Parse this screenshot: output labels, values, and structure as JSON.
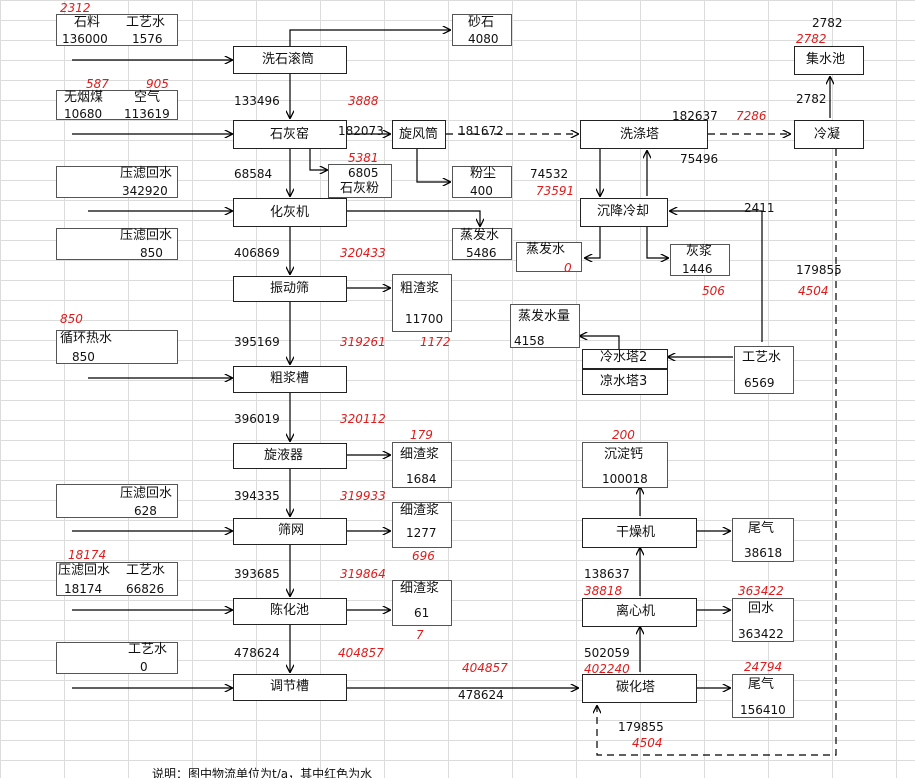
{
  "source": {
    "raw_red": "2312",
    "raw_label": "石料",
    "raw_value": "136000",
    "water_label": "工艺水",
    "water_value": "1576",
    "coal_red": "587",
    "air_red": "905",
    "coal_label": "无烟煤",
    "coal_value": "10680",
    "air_label": "空气",
    "air_value": "113619",
    "filt1_label": "压滤回水",
    "filt1_value": "342920",
    "filt2_label": "压滤回水",
    "filt2_value": "850",
    "circ_red": "850",
    "circ_label": "循环热水",
    "circ_value": "850",
    "filt3_label": "压滤回水",
    "filt3_value": "628",
    "filt4_red": "18174",
    "filt4_label": "压滤回水",
    "filt4_value": "18174",
    "water4_label": "工艺水",
    "water4_value": "66826",
    "water5_label": "工艺水",
    "water5_value": "0"
  },
  "process": {
    "washer": "洗石滚筒",
    "kiln": "石灰窑",
    "slaker": "化灰机",
    "screen": "振动筛",
    "slurry_tank": "粗浆槽",
    "hydrocyclone": "旋液器",
    "mesh": "筛网",
    "aging": "陈化池",
    "adjust": "调节槽",
    "cyclone": "旋风筒",
    "wash_tower": "洗涤塔",
    "settle": "沉降冷却",
    "cool2": "冷水塔2",
    "cool3": "凉水塔3",
    "dryer": "干燥机",
    "centrifuge": "离心机",
    "carbonation": "碳化塔",
    "condense": "冷凝",
    "pool": "集水池"
  },
  "outputs": {
    "grit_label": "砂石",
    "grit_value": "4080",
    "lime_red": "5381",
    "lime_value": "6805",
    "lime_label": "石灰粉",
    "dust_label": "粉尘",
    "dust_value": "400",
    "steam_label": "蒸发水",
    "steam_value": "5486",
    "coarse_label": "粗渣浆",
    "coarse_value": "11700",
    "fine1_red": "179",
    "fine1_label": "细渣浆",
    "fine1_value": "1684",
    "fine2_label": "细渣浆",
    "fine2_value": "1277",
    "fine2_red": "696",
    "fine3_label": "细渣浆",
    "fine3_value": "61",
    "fine3_red": "7",
    "evap_label": "蒸发水",
    "evap_red": "0",
    "ash_label": "灰浆",
    "ash_value": "1446",
    "evapq_label": "蒸发水量",
    "evapq_value": "4158",
    "pw_label": "工艺水",
    "pw_value": "6569",
    "caco3_red": "200",
    "caco3_label": "沉淀钙",
    "caco3_value": "100018",
    "tail1_label": "尾气",
    "tail1_value": "38618",
    "ret_red": "363422",
    "ret_label": "回水",
    "ret_value": "363422",
    "tail2_red": "24794",
    "tail2_label": "尾气",
    "tail2_value": "156410",
    "pool_top": "2782",
    "pool_red": "2782",
    "pool_in": "2782"
  },
  "flows": {
    "f133496": "133496",
    "r3888": "3888",
    "f182073": "182073",
    "f181672": "181672",
    "f182637": "182637",
    "r7286": "7286",
    "f75496": "75496",
    "f68584": "68584",
    "f74532": "74532",
    "r73591": "73591",
    "f2411": "2411",
    "f406869": "406869",
    "r320433": "320433",
    "f179855a": "179855",
    "r506": "506",
    "r4504a": "4504",
    "f395169": "395169",
    "r319261": "319261",
    "r1172": "1172",
    "f396019": "396019",
    "r320112": "320112",
    "f394335": "394335",
    "r319933": "319933",
    "f138637": "138637",
    "r38818": "38818",
    "f393685": "393685",
    "r319864": "319864",
    "f478624a": "478624",
    "r404857a": "404857",
    "f502059": "502059",
    "r402240": "402240",
    "r404857b": "404857",
    "f478624b": "478624",
    "f179855b": "179855",
    "r4504b": "4504"
  },
  "footer": {
    "note": "说明：图中物流单位为t/a，其中红色为水"
  },
  "colors": {
    "water": "#e01b1b",
    "line": "#000000",
    "grid": "#dcdcdc"
  }
}
